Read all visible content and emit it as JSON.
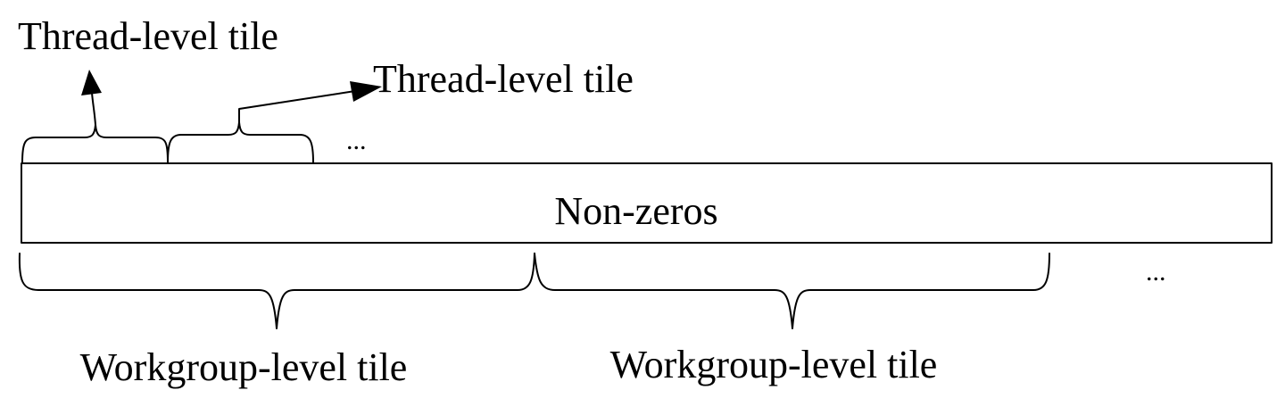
{
  "array": {
    "label": "Non-zeros"
  },
  "thread_tiles": {
    "label_1": "Thread-level tile",
    "label_2": "Thread-level tile",
    "ellipsis": "..."
  },
  "workgroup_tiles": {
    "label_1": "Workgroup-level tile",
    "label_2": "Workgroup-level tile",
    "ellipsis": "..."
  }
}
